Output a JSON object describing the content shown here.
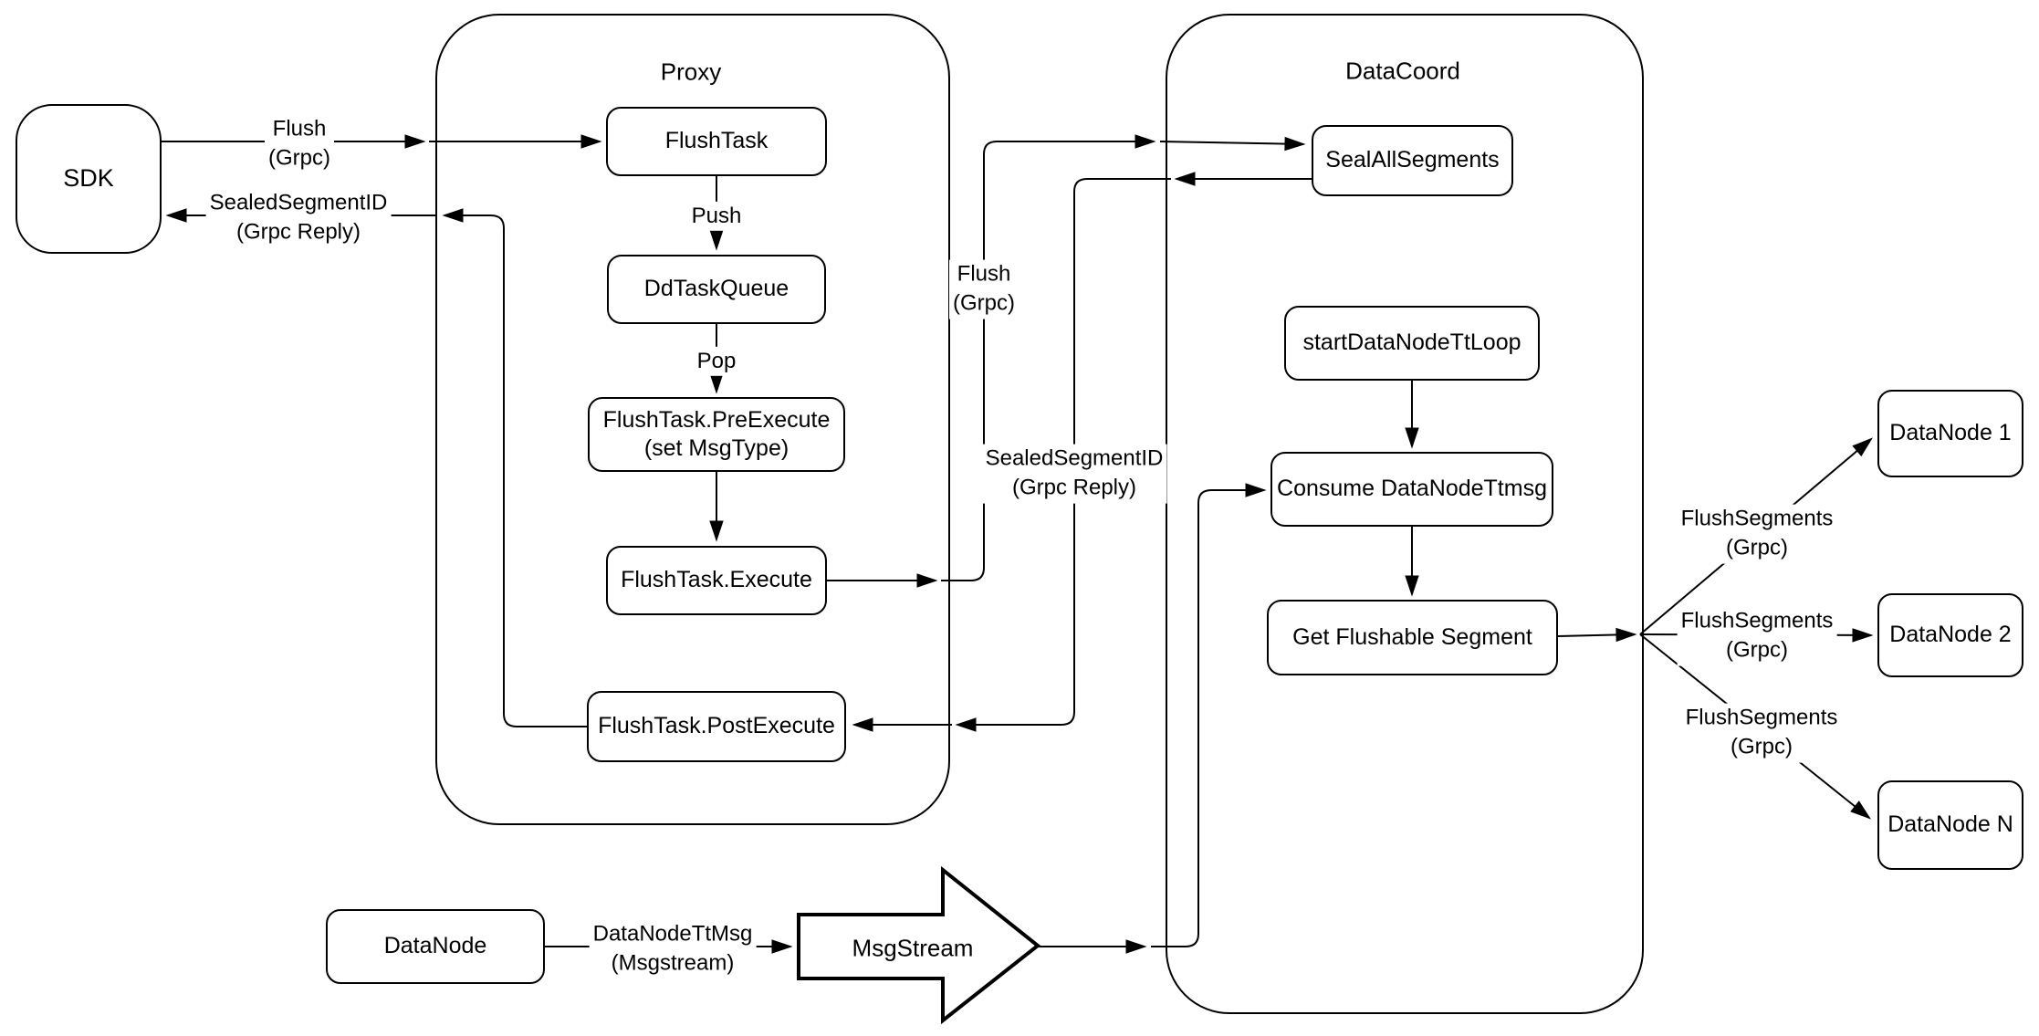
{
  "diagram": {
    "colors": {
      "stroke": "#000000",
      "background": "#ffffff",
      "text": "#000000"
    },
    "proxy_container": {
      "title": "Proxy"
    },
    "datacoord_container": {
      "title": "DataCoord"
    },
    "nodes": {
      "sdk": {
        "label": "SDK"
      },
      "flush_task": {
        "label": "FlushTask"
      },
      "dd_task_queue": {
        "label": "DdTaskQueue"
      },
      "flush_task_pre_execute": {
        "line1": "FlushTask.PreExecute",
        "line2": "(set MsgType)"
      },
      "flush_task_execute": {
        "label": "FlushTask.Execute"
      },
      "flush_task_post_execute": {
        "label": "FlushTask.PostExecute"
      },
      "seal_all_segments": {
        "label": "SealAllSegments"
      },
      "start_datanode_tt_loop": {
        "label": "startDataNodeTtLoop"
      },
      "consume_datanode_ttmsg": {
        "label": "Consume DataNodeTtmsg"
      },
      "get_flushable_segment": {
        "label": "Get Flushable Segment"
      },
      "datanode_1": {
        "label": "DataNode 1"
      },
      "datanode_2": {
        "label": "DataNode 2"
      },
      "datanode_n": {
        "label": "DataNode N"
      },
      "datanode": {
        "label": "DataNode"
      },
      "msgstream": {
        "label": "MsgStream"
      }
    },
    "edge_labels": {
      "flush_sdk_to_proxy": {
        "line1": "Flush",
        "line2": "(Grpc)"
      },
      "sealed_segment_to_sdk": {
        "line1": "SealedSegmentID",
        "line2": "(Grpc Reply)"
      },
      "push": {
        "label": "Push"
      },
      "pop": {
        "label": "Pop"
      },
      "flush_proxy_to_datacoord": {
        "line1": "Flush",
        "line2": "(Grpc)"
      },
      "sealed_segment_to_proxy": {
        "line1": "SealedSegmentID",
        "line2": "(Grpc Reply)"
      },
      "flush_segments_1": {
        "line1": "FlushSegments",
        "line2": "(Grpc)"
      },
      "flush_segments_2": {
        "line1": "FlushSegments",
        "line2": "(Grpc)"
      },
      "flush_segments_3": {
        "line1": "FlushSegments",
        "line2": "(Grpc)"
      },
      "datanode_ttmsg": {
        "line1": "DataNodeTtMsg",
        "line2": "(Msgstream)"
      }
    }
  }
}
